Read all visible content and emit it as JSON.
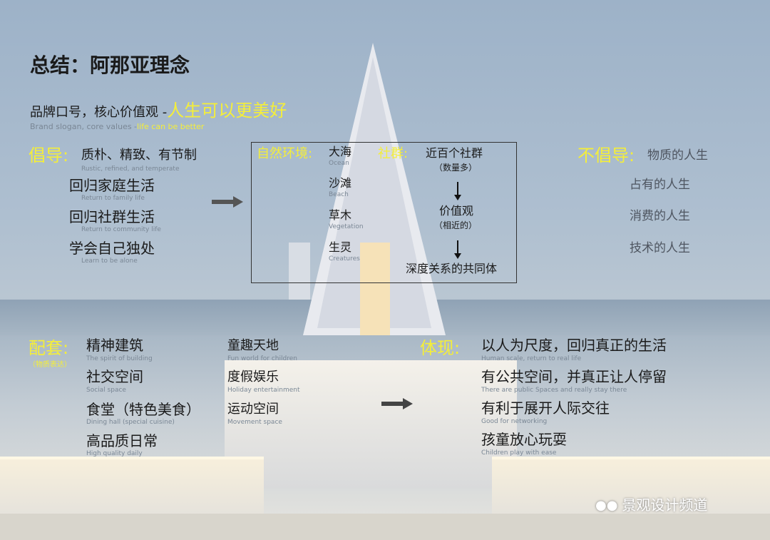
{
  "title": "总结：阿那亚理念",
  "slogan": {
    "label": "品牌口号，核心价值观 - ",
    "highlight": "人生可以更美好",
    "en": "Brand slogan, core values - ",
    "en_highlight": "life can be better"
  },
  "advocate": {
    "label": "倡导",
    "colon": ":",
    "items": [
      {
        "cn": "质朴、精致、有节制",
        "en": "Rustic, refined, and temperate"
      },
      {
        "cn": "回归家庭生活",
        "en": "Return to family life"
      },
      {
        "cn": "回归社群生活",
        "en": "Return to community life"
      },
      {
        "cn": "学会自己独处",
        "en": "Learn to be alone"
      }
    ]
  },
  "nature": {
    "label": "自然环境",
    "colon": ":",
    "items": [
      {
        "cn": "大海",
        "en": "Ocean"
      },
      {
        "cn": "沙滩",
        "en": "Beach"
      },
      {
        "cn": "草木",
        "en": "Vegetation"
      },
      {
        "cn": "生灵",
        "en": "Creatures"
      }
    ]
  },
  "community": {
    "label": "社群",
    "colon": ":",
    "steps": [
      "近百个社群",
      "（数量多）",
      "价值观",
      "（相近的）",
      "深度关系的共同体"
    ]
  },
  "not_advocate": {
    "label": "不倡导",
    "colon": ":",
    "items": [
      "物质的人生",
      "占有的人生",
      "消费的人生",
      "技术的人生"
    ]
  },
  "facilities": {
    "label": "配套",
    "colon": ":",
    "sub": "（物质表达）",
    "items": [
      {
        "cn": "精神建筑",
        "en": "The spirit of building"
      },
      {
        "cn": "社交空间",
        "en": "Social space"
      },
      {
        "cn": "食堂（特色美食）",
        "en": "Dining hall (special cuisine)"
      },
      {
        "cn": "高品质日常",
        "en": "High quality daily"
      },
      {
        "cn": "童趣天地",
        "en": "Fun world for children"
      },
      {
        "cn": "度假娱乐",
        "en": "Holiday entertainment"
      },
      {
        "cn": "运动空间",
        "en": "Movement space"
      }
    ]
  },
  "embody": {
    "label": "体现",
    "colon": ":",
    "items": [
      {
        "cn": "以人为尺度，回归真正的生活",
        "en": "Human scale, return to real life"
      },
      {
        "cn": "有公共空间，并真正让人停留",
        "en": "There are public Spaces and really stay there"
      },
      {
        "cn": "有利于展开人际交往",
        "en": "Good for networking"
      },
      {
        "cn": "孩童放心玩耍",
        "en": "Children play with ease"
      }
    ]
  },
  "watermark": "景观设计频道",
  "colors": {
    "highlight": "#f4ee3a",
    "text": "#1a1a1a"
  }
}
